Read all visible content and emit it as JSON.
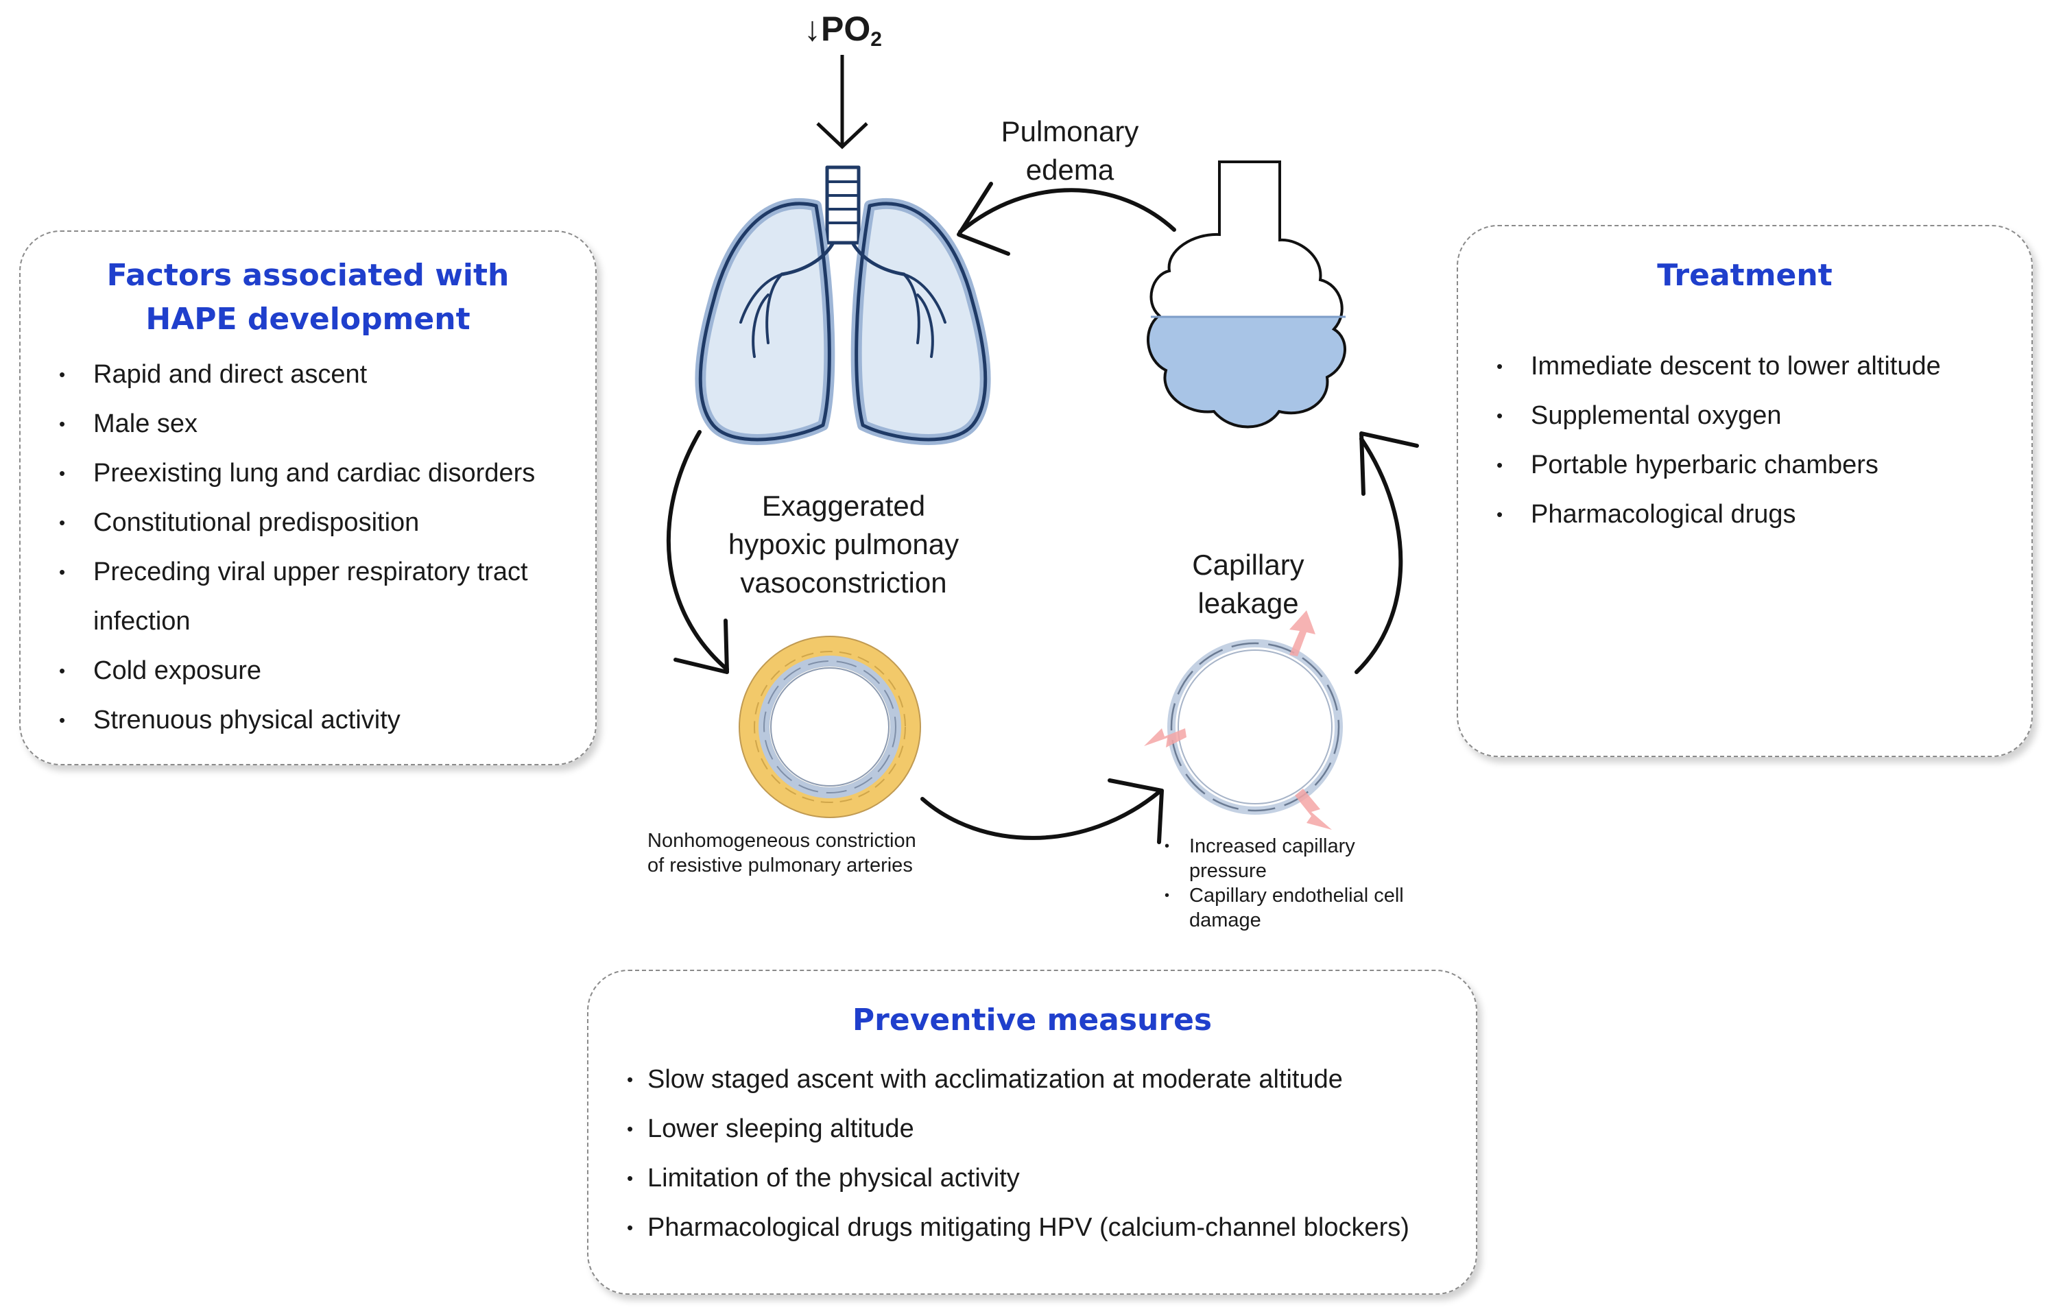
{
  "input_label": {
    "arrow": "↓",
    "main": "PO",
    "sub": "2"
  },
  "pulmonary_edema": "Pulmonary\nedema",
  "hpv_label": "Exaggerated\nhypoxic pulmonay\nvasoconstriction",
  "artery_caption": "Nonhomogeneous constriction\nof resistive pulmonary arteries",
  "capillary_label": "Capillary\nleakage",
  "capillary_bullets": [
    "Increased capillary\npressure",
    "Capillary endothelial cell\ndamage"
  ],
  "factors": {
    "title": "Factors associated with\nHAPE development",
    "items": [
      "Rapid and direct ascent",
      "Male sex",
      "Preexisting lung and cardiac disorders",
      "Constitutional predisposition",
      "Preceding viral upper respiratory tract\ninfection",
      "Cold exposure",
      "Strenuous physical activity"
    ]
  },
  "treatment": {
    "title": "Treatment",
    "items": [
      "Immediate descent to lower altitude",
      "Supplemental oxygen",
      "Portable hyperbaric chambers",
      "Pharmacological drugs"
    ]
  },
  "prevention": {
    "title": "Preventive measures",
    "items": [
      "Slow staged ascent with acclimatization at moderate altitude",
      "Lower sleeping altitude",
      "Limitation of the physical activity",
      "Pharmacological drugs mitigating HPV (calcium-channel blockers)"
    ]
  },
  "colors": {
    "title_blue": "#1f3fcc",
    "lung_blue": "#1f3a66",
    "fluid_blue": "#a8c4e6",
    "artery_yellow": "#f2c96a",
    "leak_pink": "#f4a6a6"
  }
}
